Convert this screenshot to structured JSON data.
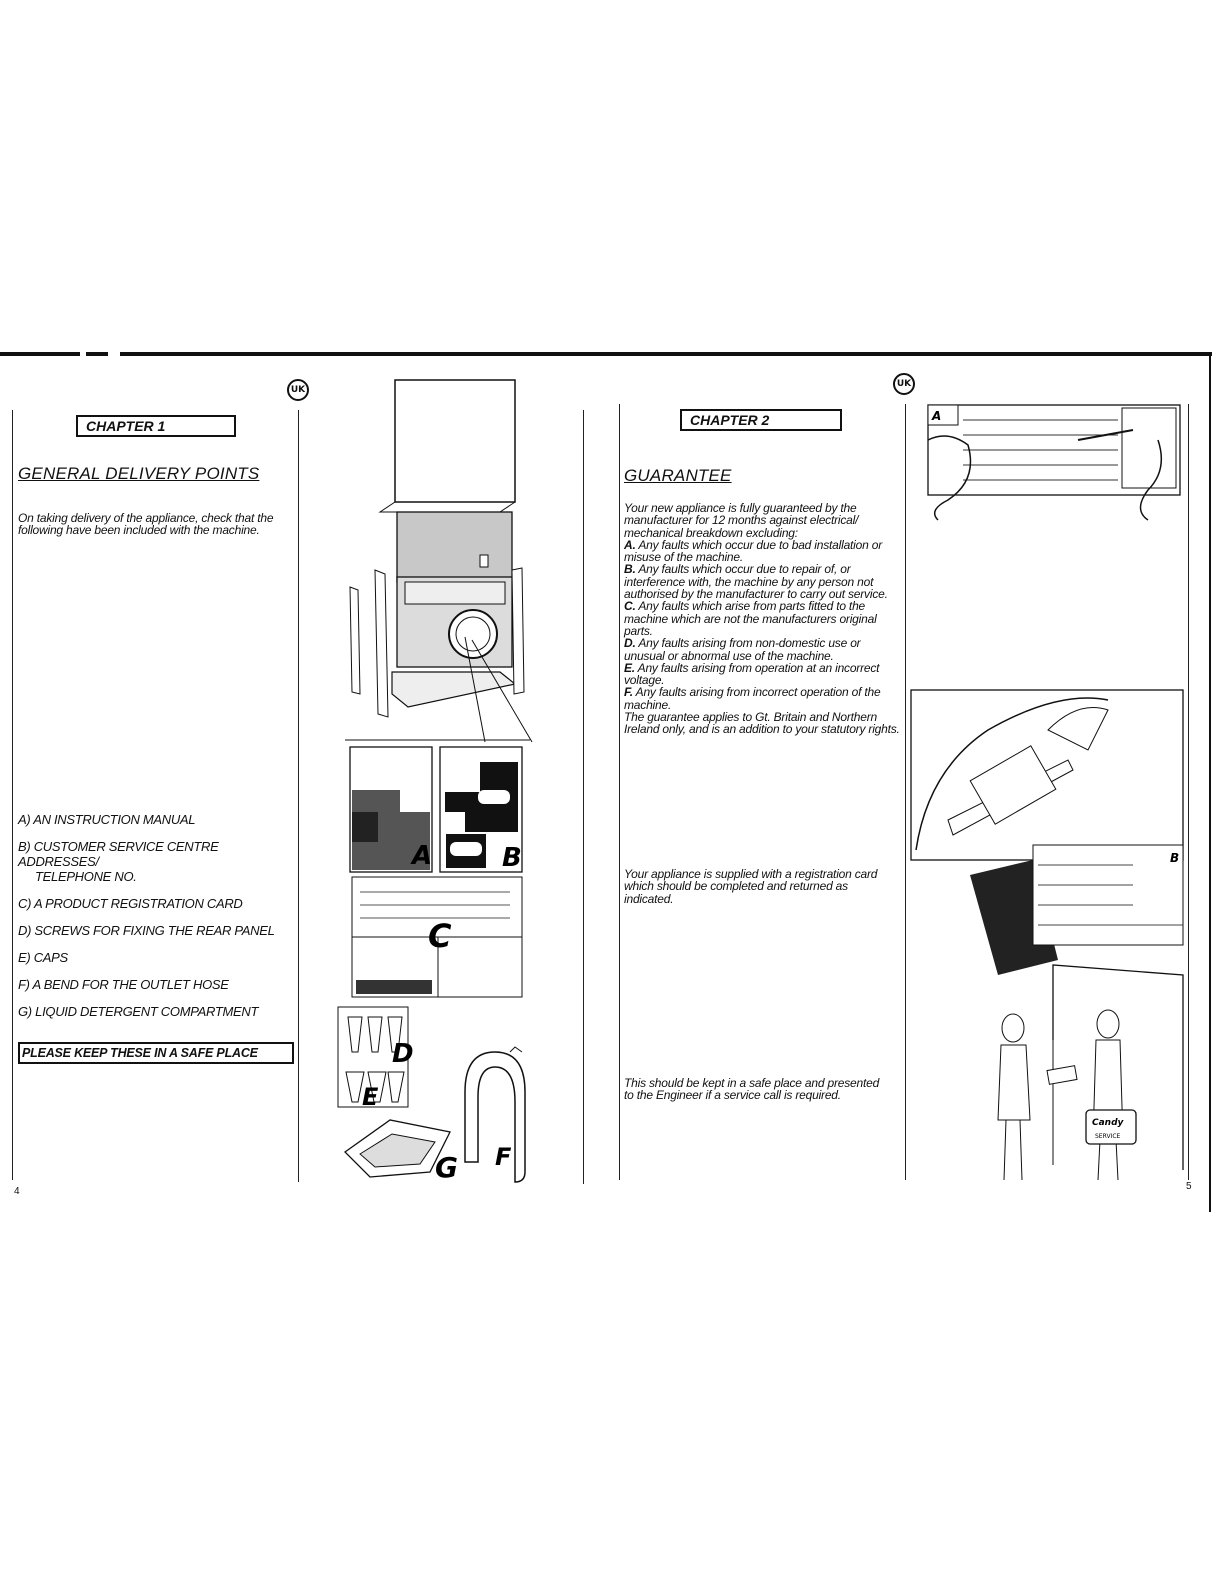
{
  "left_page": {
    "badge": "UK",
    "chapter": "CHAPTER 1",
    "title": "GENERAL DELIVERY POINTS",
    "intro": "On taking delivery of the appliance, check that the following have been included with the machine.",
    "items": [
      {
        "line1": "A) AN INSTRUCTION MANUAL",
        "line2": ""
      },
      {
        "line1": "B) CUSTOMER SERVICE CENTRE ADDRESSES/",
        "line2": "TELEPHONE NO."
      },
      {
        "line1": "C) A PRODUCT REGISTRATION CARD",
        "line2": ""
      },
      {
        "line1": "D) SCREWS FOR FIXING THE REAR PANEL",
        "line2": ""
      },
      {
        "line1": "E) CAPS",
        "line2": ""
      },
      {
        "line1": "F) A BEND FOR THE OUTLET HOSE",
        "line2": ""
      },
      {
        "line1": "G) LIQUID DETERGENT COMPARTMENT",
        "line2": ""
      }
    ],
    "notice": "PLEASE KEEP THESE IN A SAFE PLACE",
    "page_number": "4"
  },
  "figure_labels": {
    "a": "A",
    "b": "B",
    "c": "C",
    "d": "D",
    "e": "E",
    "f": "F",
    "g": "G"
  },
  "right_page": {
    "badge": "UK",
    "chapter": "CHAPTER 2",
    "title": "GUARANTEE",
    "intro": "Your new appliance is fully guaranteed by the manufacturer for 12 months against electrical/ mechanical breakdown excluding:",
    "exclusions": [
      {
        "key": "A.",
        "text": "Any faults which occur due to bad installation or misuse of the machine."
      },
      {
        "key": "B.",
        "text": "Any faults which occur due to repair of, or interference with, the machine by any person not authorised by the manufacturer to carry out service."
      },
      {
        "key": "C.",
        "text": "Any faults which arise from parts fitted to the machine which are not the manufacturers original parts."
      },
      {
        "key": "D.",
        "text": "Any faults arising from non-domestic use or unusual or abnormal use of the machine."
      },
      {
        "key": "E.",
        "text": "Any faults arising from operation at an incorrect voltage."
      },
      {
        "key": "F.",
        "text": "Any faults arising from incorrect operation of the machine."
      }
    ],
    "statutory": "The guarantee applies to Gt. Britain and Northern Ireland only, and is an addition to your statutory rights.",
    "registration": "Your appliance is supplied with a registration card which should be completed and returned as indicated.",
    "keep_safe": "This should be kept in a safe place and presented to the Engineer if a service call is required.",
    "page_number": "5"
  },
  "illustration_text": {
    "card_a": "A",
    "card_b": "B",
    "service_brand": "Candy",
    "service_label": "SERVICE"
  }
}
